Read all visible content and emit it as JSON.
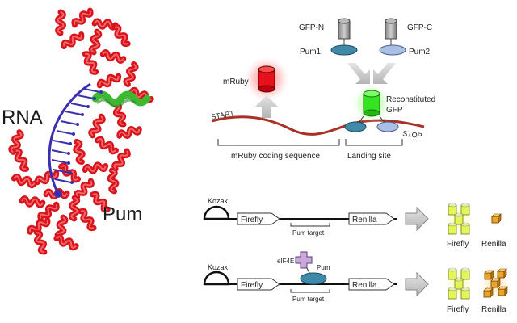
{
  "structure": {
    "rna_label": "RNA",
    "protein_label": "Pum"
  },
  "reporter": {
    "gfp_n_label": "GFP-N",
    "gfp_c_label": "GFP-C",
    "pum1_label": "Pum1",
    "pum2_label": "Pum2",
    "mruby_label": "mRuby",
    "reconstituted_line1": "Reconstituted",
    "reconstituted_line2": "GFP",
    "start_label": "START",
    "stop_label": "STOP",
    "coding_sequence_label": "mRuby coding sequence",
    "landing_site_label": "Landing site"
  },
  "construct_top": {
    "kozak_label": "Kozak",
    "firefly_label": "Firefly",
    "renilla_label": "Renilla",
    "target_label": "Pum target"
  },
  "construct_bottom": {
    "kozak_label": "Kozak",
    "firefly_label": "Firefly",
    "renilla_label": "Renilla",
    "target_label": "Pum target",
    "eif4e_label": "eIF4E",
    "pum_label": "Pum"
  },
  "output_top": {
    "firefly_label": "Firefly",
    "renilla_label": "Renilla",
    "firefly_count": 5,
    "renilla_count": 1
  },
  "output_bottom": {
    "firefly_label": "Firefly",
    "renilla_label": "Renilla",
    "firefly_count": 5,
    "renilla_count": 5
  },
  "colors": {
    "helix_red": "#d8141c",
    "rna_blue": "#3a2fb0",
    "green_helix": "#3cb832",
    "gfp_green": "#33e51f",
    "mruby_red": "#e8101a",
    "pum_blue": "#3f8aa8",
    "pum2_light": "#a9bfe6",
    "firefly_yellow": "#e4f55a",
    "renilla_orange": "#e8a52a",
    "arrow_gray": "#c8c8c8"
  }
}
